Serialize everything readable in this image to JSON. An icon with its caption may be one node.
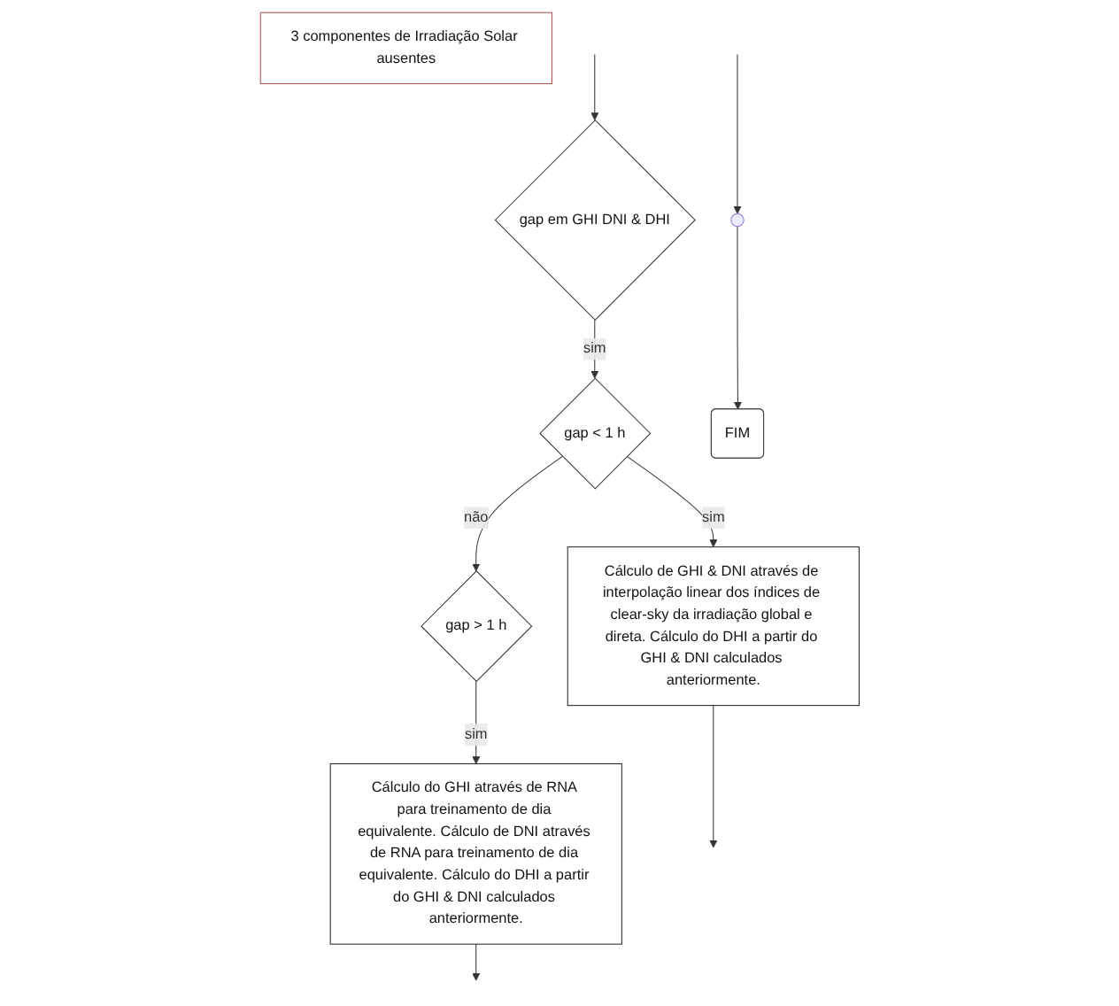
{
  "diagram": {
    "nodes": [
      {
        "text": [
          "gap em GHI DNI & DHI"
        ]
      },
      {
        "text": [
          "3 componentes de Irradiação Solar ausentes"
        ]
      },
      {
        "text": [
          "gap < 1 h"
        ]
      },
      {
        "text": [
          "Cálculo de GHI & DNI através de interpolação linear dos índices de clear-sky da irradiação global e direta. Cálculo do DHI a partir do GHI & DNI calculados anteriormente."
        ]
      },
      {
        "text": [
          "gap > 1 h"
        ]
      },
      {
        "text": [
          "Cálculo do GHI através de RNA para treinamento de dia equivalente. Cálculo de DNI através de RNA para treinamento de dia equivalente. Cálculo do DHI a partir do GHI & DNI calculados anteriormente."
        ]
      },
      {
        "text": [],
        "shape": "circle"
      },
      {
        "text": [
          "FIM"
        ]
      }
    ],
    "edges": [
      {
        "from": null,
        "to": 0,
        "arrow": "to"
      },
      {
        "from": 0,
        "to": 2,
        "arrow": "to",
        "label": "sim"
      },
      {
        "from": 2,
        "to": 4,
        "arrow": "to",
        "label": "não"
      },
      {
        "from": 2,
        "to": 3,
        "arrow": "to",
        "label": "sim"
      },
      {
        "from": 3,
        "to": null,
        "arrow": "to"
      },
      {
        "from": 4,
        "to": 5,
        "arrow": "to",
        "label": "sim"
      },
      {
        "from": 5,
        "to": null,
        "arrow": "to"
      },
      {
        "from": null,
        "to": 6,
        "arrow": "to"
      },
      {
        "from": 6,
        "to": 7,
        "arrow": "to"
      }
    ]
  }
}
